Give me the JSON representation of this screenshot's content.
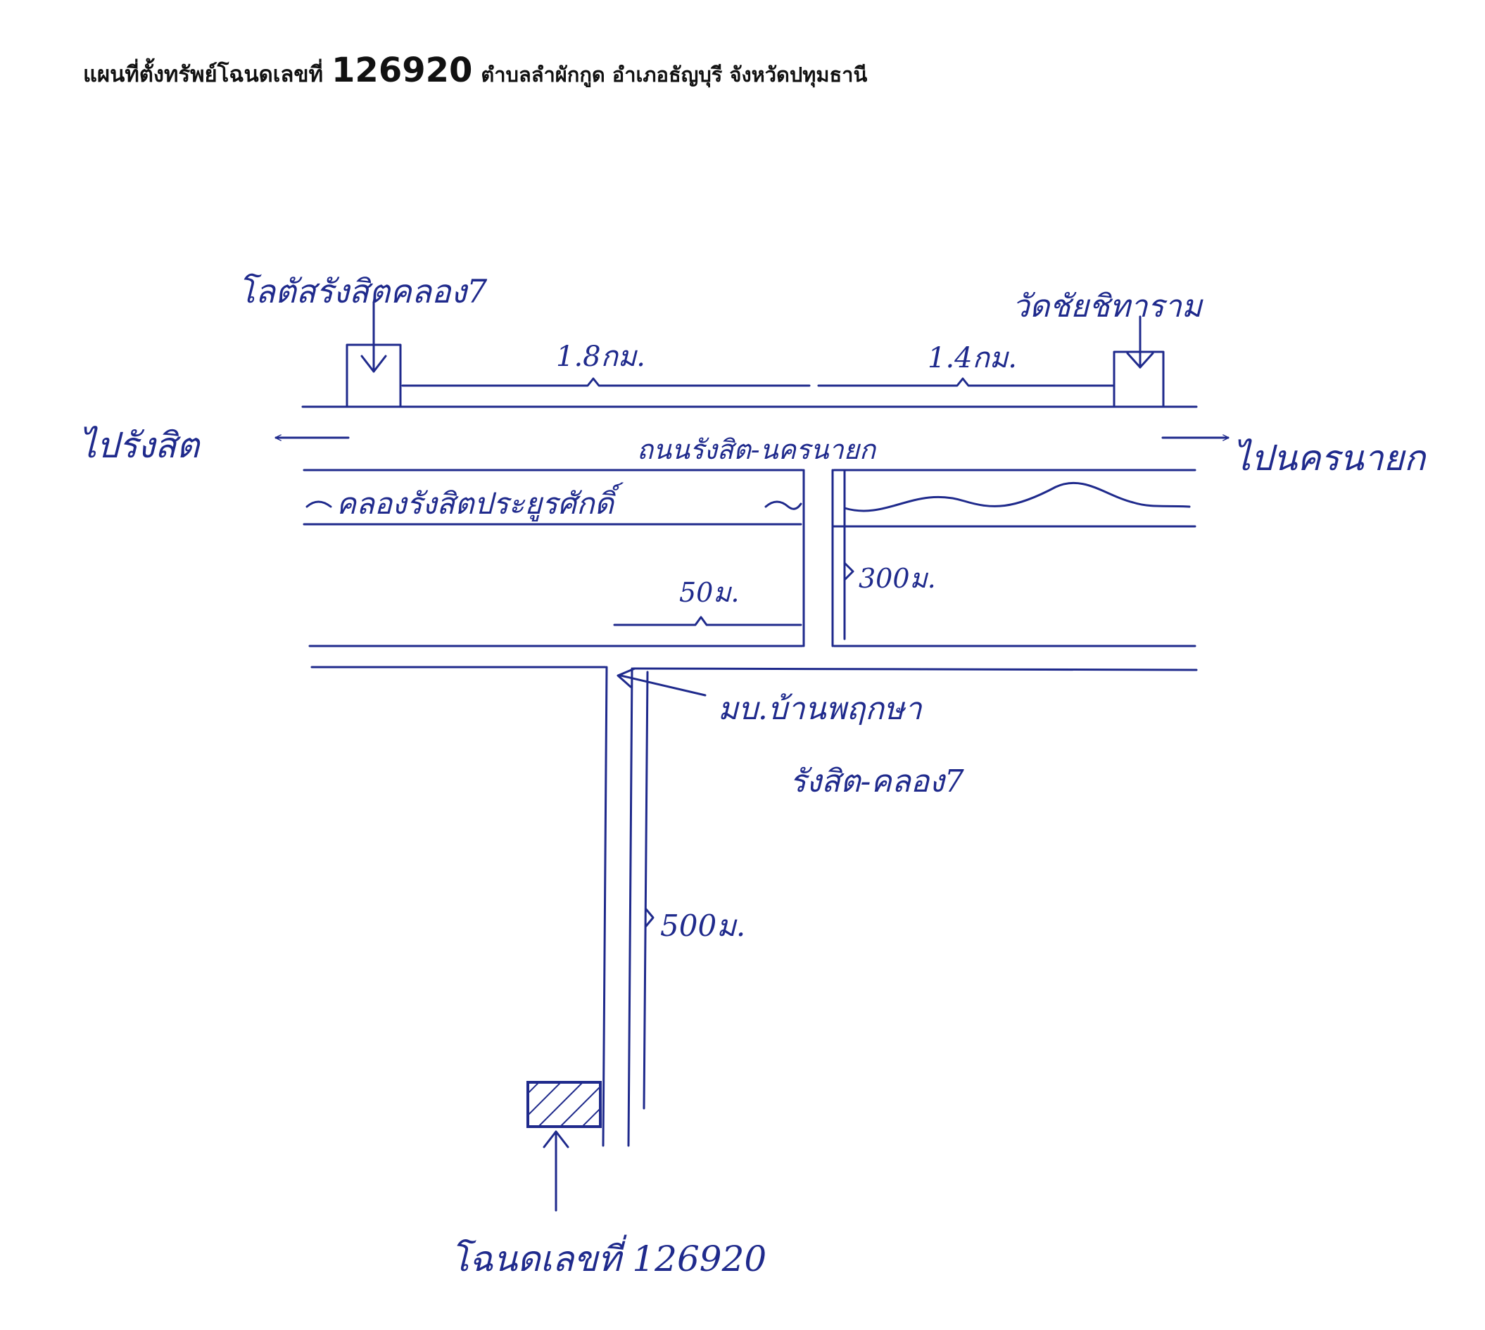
{
  "title": {
    "lead": "แผนที่ตั้งทรัพย์โฉนดเลขที่",
    "deed_number": "126920",
    "location": "ตำบลลำผักกูด อำเภอธัญบุรี จังหวัดปทุมธานี"
  },
  "colors": {
    "ink": "#1f2a8c",
    "title_text": "#111111"
  },
  "map": {
    "landmark_left": "โลตัสรังสิตคลอง7",
    "landmark_right": "วัดชัยชิทาราม",
    "dist_left": "1.8กม.",
    "dist_right": "1.4กม.",
    "to_left": "ไปรังสิต",
    "to_right": "ไปนครนายก",
    "main_road": "ถนนรังสิต-นครนายก",
    "canal": "คลองรังสิตประยูรศักดิ์",
    "dist_50": "50ม.",
    "dist_300": "300ม.",
    "village_line1": "มบ.บ้านพฤกษา",
    "village_line2": "รังสิต-คลอง7",
    "dist_500": "500ม.",
    "deed_label": "โฉนดเลขที่ 126920"
  }
}
